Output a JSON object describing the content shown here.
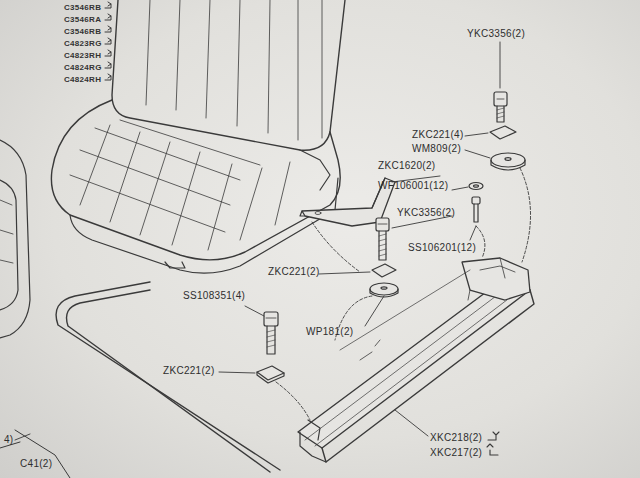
{
  "diagram": {
    "labels": [
      "C3546RB",
      "C3546RA",
      "C3546RB",
      "C4823RG",
      "C4823RH",
      "C4824RG",
      "C4824RH",
      "YKC3356(2)",
      "ZKC221(4)",
      "WM809(2)",
      "ZKC1620(2)",
      "WF106001(12)",
      "YKC3356(2)",
      "SS106201(12)",
      "ZKC221(2)",
      "WP181(2)",
      "SS108351(4)",
      "ZKC221(2)",
      "XKC218(2)",
      "XKC217(2)",
      "4)",
      "C41(2)"
    ]
  }
}
